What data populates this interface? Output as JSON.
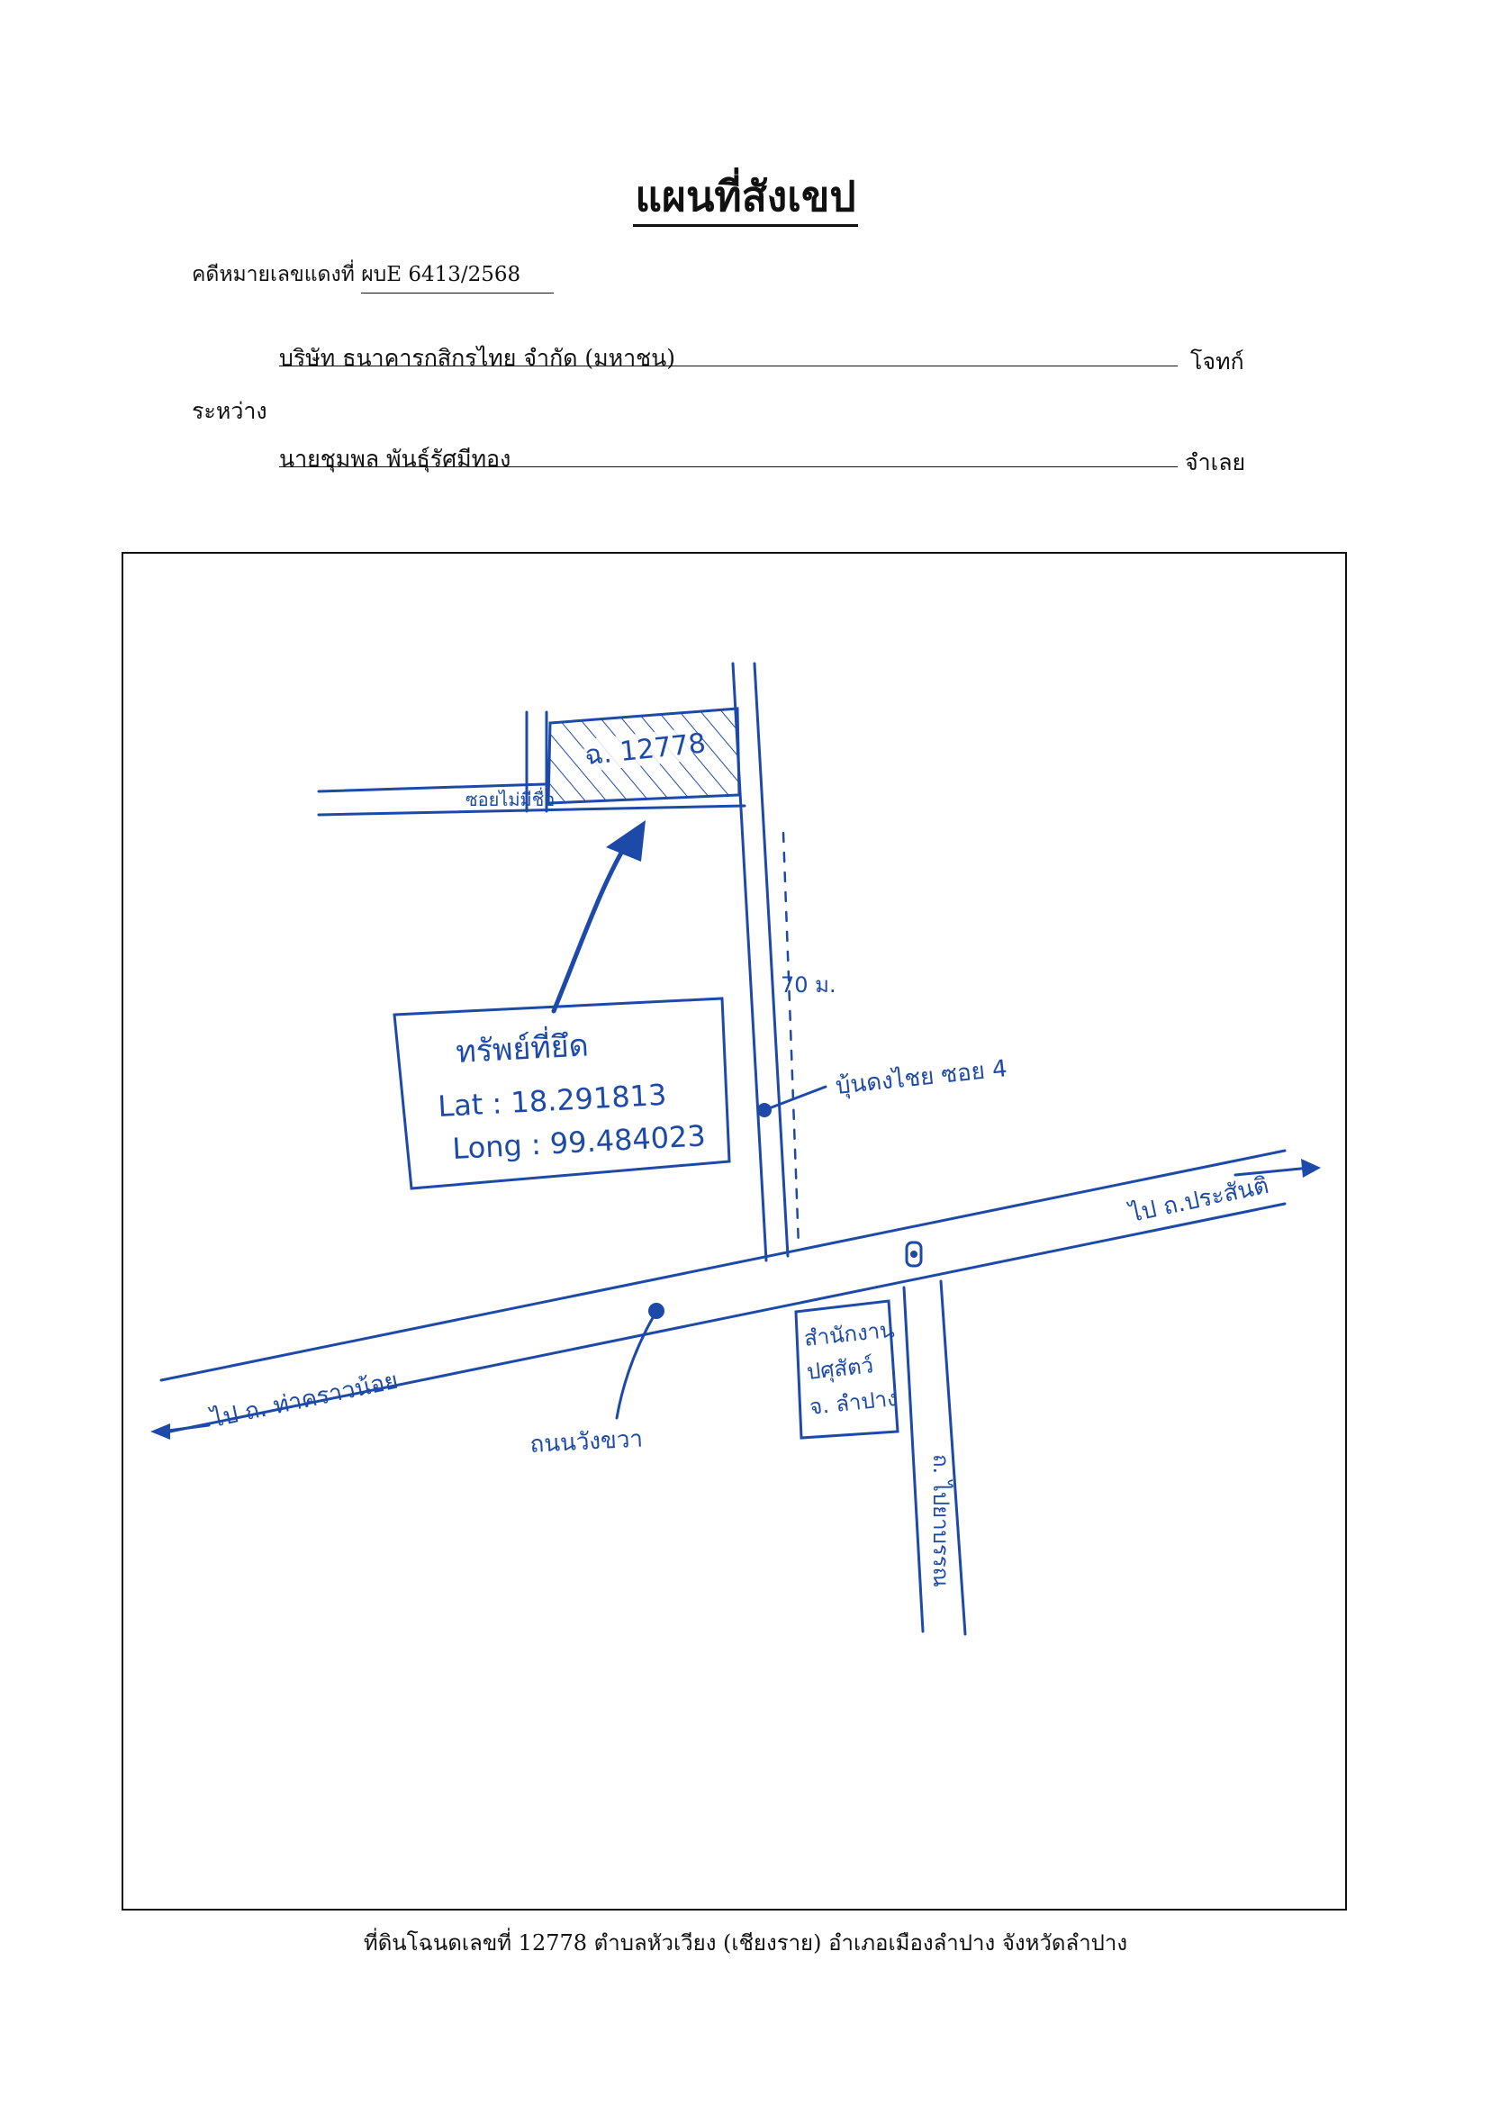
{
  "document": {
    "title": "แผนที่สังเขป",
    "case_label": "คดีหมายเลขแดงที่",
    "case_number": "ผบE 6413/2568",
    "plaintiff_name": "บริษัท ธนาคารกสิกรไทย จำกัด (มหาชน)",
    "plaintiff_role": "โจทก์",
    "between_label": "ระหว่าง",
    "defendant_name": "นายชุมพล พันธุ์รัศมีทอง",
    "defendant_role": "จำเลย",
    "footer": "ที่ดินโฉนดเลขที่  12778  ตำบลหัวเวียง (เชียงราย)  อำเภอเมืองลำปาง  จังหวัดลำปาง"
  },
  "map": {
    "ink_color": "#1d4aa8",
    "parcel_label": "ฉ. 12778",
    "soi_label": "ซอยไม่มีชื่อ",
    "property_box": {
      "title": "ทรัพย์ที่ยึด",
      "lat": "Lat :  18.291813",
      "long": "Long :  99.484023"
    },
    "distance_label": "70 ม.",
    "side_soi_label": "บุ้นดงไชย ซอย 4",
    "to_right_label": "ไป ถ.ประสันติ",
    "to_left_label": "ไป ถ. ท่าคราวน้อย",
    "main_road_label": "ถนนวังขวา",
    "office_label": [
      "สำนักงาน",
      "ปศุสัตว์",
      "จ. ลำปาง"
    ],
    "side_road_label": "ถ. ไปยาบรรณ",
    "landmark_icon": "landmark-marker-icon"
  }
}
